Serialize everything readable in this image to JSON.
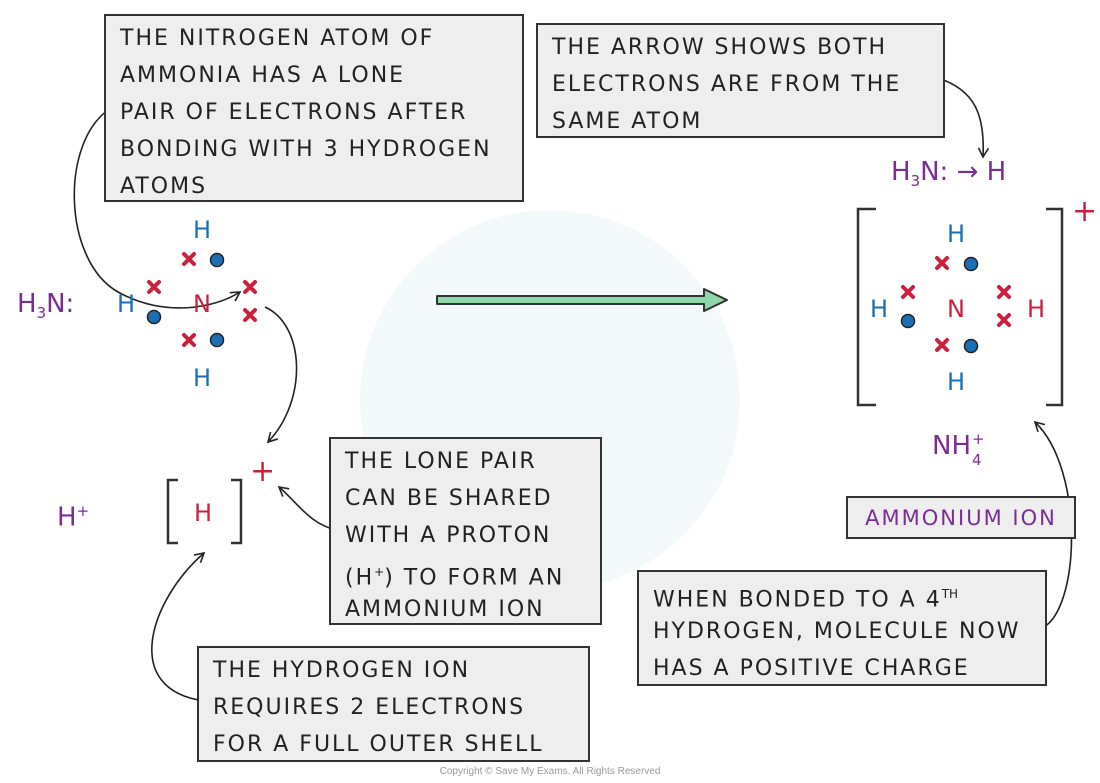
{
  "notes": {
    "lone_pair_note": [
      "THE NITROGEN ATOM OF",
      "AMMONIA HAS A LONE",
      "PAIR OF ELECTRONS AFTER",
      "BONDING WITH 3 HYDROGEN",
      "ATOMS"
    ],
    "arrow_note": [
      "THE ARROW SHOWS BOTH",
      "ELECTRONS ARE FROM THE",
      "SAME ATOM"
    ],
    "shared_note": [
      "THE LONE PAIR",
      "CAN BE SHARED",
      "WITH A PROTON",
      "TO FORM AN",
      "AMMONIUM ION"
    ],
    "shared_note_paren": {
      "open": "(H",
      "sup": "+",
      "close": ")"
    },
    "hydrogen_ion_note": [
      "THE HYDROGEN ION",
      "REQUIRES 2 ELECTRONS",
      "FOR A FULL OUTER SHELL"
    ],
    "fourth_note": {
      "line1_pre": "WHEN BONDED TO A 4",
      "line1_sup": "th",
      "line2": "HYDROGEN, MOLECULE NOW",
      "line3": "HAS A POSITIVE CHARGE"
    }
  },
  "labels": {
    "ammonium_ion": "AMMONIUM ION"
  },
  "formulas": {
    "h3n_left": {
      "h": "H",
      "sub": "3",
      "rest": "N:"
    },
    "h3n_right": {
      "h": "H",
      "sub": "3",
      "rest": "N:",
      "arrow": "→",
      "end": "H"
    },
    "h_plus": {
      "h": "H",
      "sup": "+"
    },
    "nh4_plus": {
      "nh": "NH",
      "sub": "4",
      "sup": "+"
    }
  },
  "ammonia": {
    "n": "N",
    "h_top": "H",
    "h_left": "H",
    "h_bottom": "H"
  },
  "hydrogen_ion": {
    "h": "H",
    "charge": "+"
  },
  "ammonium": {
    "n": "N",
    "h_top": "H",
    "h_left": "H",
    "h_right": "H",
    "h_bottom": "H",
    "charge": "+"
  },
  "colors": {
    "hydrogen": "#1a6fb6",
    "nitrogen": "#cc1f3c",
    "formula": "#7b2d94",
    "reaction_arrow": "#8fd6a8",
    "note_bg": "#eeeeee"
  },
  "copyright": "Copyright © Save My Exams. All Rights Reserved"
}
